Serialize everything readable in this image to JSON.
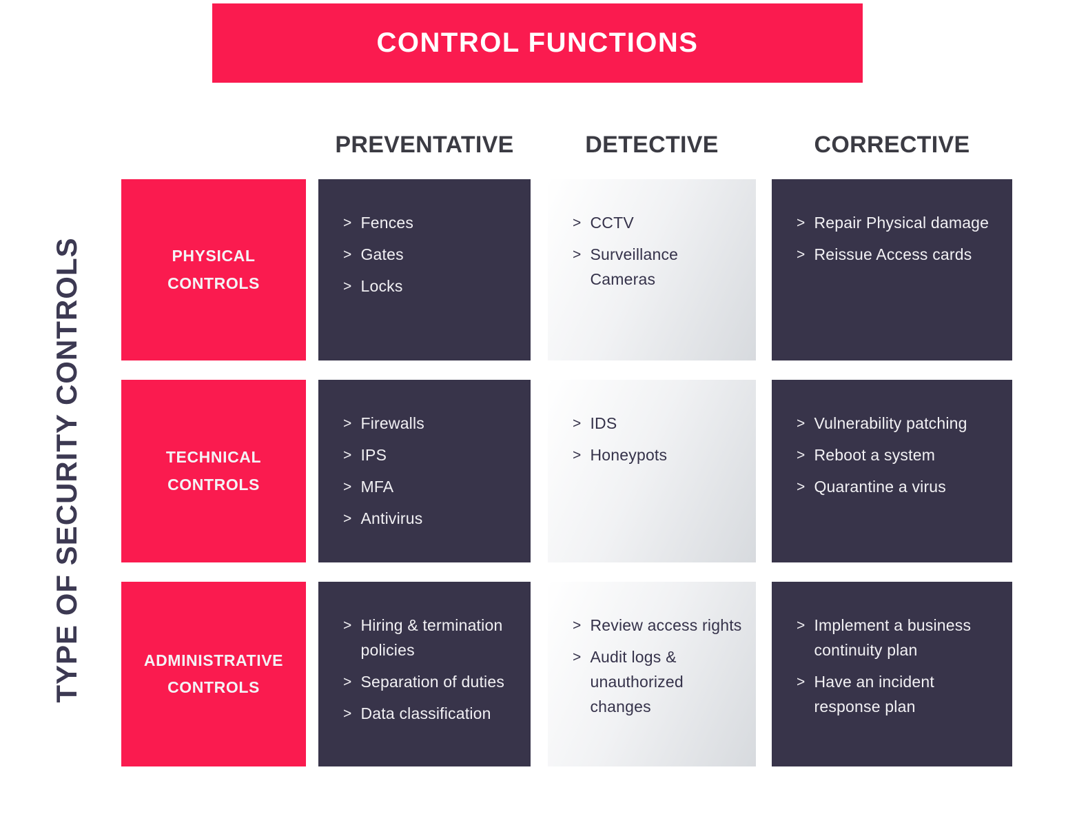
{
  "banner": {
    "title": "CONTROL FUNCTIONS"
  },
  "axis": {
    "y_label": "TYPE OF SECURITY CONTROLS"
  },
  "columns": [
    "PREVENTATIVE",
    "DETECTIVE",
    "CORRECTIVE"
  ],
  "rows": [
    {
      "label": "PHYSICAL CONTROLS",
      "cells": [
        {
          "items": [
            "Fences",
            "Gates",
            "Locks"
          ]
        },
        {
          "items": [
            "CCTV",
            "Surveillance Cameras"
          ]
        },
        {
          "items": [
            "Repair Physical damage",
            "Reissue Access cards"
          ]
        }
      ]
    },
    {
      "label": "TECHNICAL CONTROLS",
      "cells": [
        {
          "items": [
            "Firewalls",
            "IPS",
            "MFA",
            "Antivirus"
          ]
        },
        {
          "items": [
            "IDS",
            "Honeypots"
          ]
        },
        {
          "items": [
            "Vulnerability patching",
            "Reboot a system",
            "Quarantine a virus"
          ]
        }
      ]
    },
    {
      "label": "ADMINISTRATIVE CONTROLS",
      "cells": [
        {
          "items": [
            "Hiring & termination policies",
            "Separation of duties",
            "Data classification"
          ]
        },
        {
          "items": [
            "Review access rights",
            "Audit logs & unauthorized changes"
          ]
        },
        {
          "items": [
            "Implement a business continuity plan",
            "Have an incident response plan"
          ]
        }
      ]
    }
  ],
  "marker_glyph": ">",
  "colors": {
    "accent_red": "#FA1B4F",
    "dark_navy": "#38344A",
    "header_text": "#3B3B43",
    "light_cell_start": "#FFFFFF",
    "light_cell_end": "#D7DADE",
    "light_cell_text": "#35324A",
    "dark_cell_text": "#F2F1F4"
  }
}
